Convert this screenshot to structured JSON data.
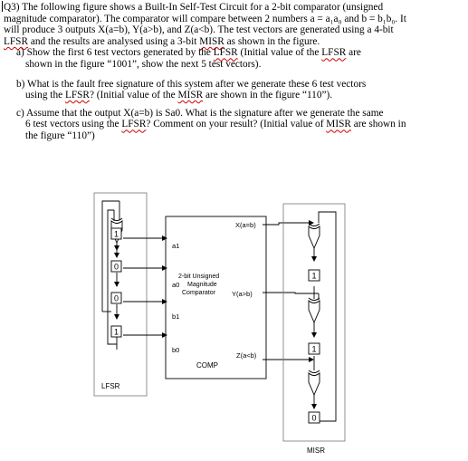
{
  "question": {
    "intro_1": "Q3) The following figure shows a Built-In Self-Test Circuit for a 2-bit comparator (unsigned",
    "intro_2": "magnitude comparator). The comparator will compare between 2 numbers a = a₁a₀ and b = b₁b₀. It",
    "intro_3": "will produce 3 outputs X(a=b), Y(a>b), and Z(a<b). The test vectors are generated using a 4-bit",
    "intro_4a": "LFSR",
    "intro_4b": " and the results are analysed using a 3-bit ",
    "intro_4c": "MISR",
    "intro_4d": " as shown in the figure.",
    "a_1a": "a) Show the first 6 test vectors generated by the ",
    "a_1b": "LFSR",
    "a_1c": " (Initial value of the ",
    "a_1d": "LFSR",
    "a_1e": " are",
    "a_2": "shown in the figure “1001”, show the next 5 test vectors).",
    "b_1": "b) What is the fault free signature of this system after we generate these 6 test vectors",
    "b_2a": "using the ",
    "b_2b": "LFSR",
    "b_2c": "? (Initial value of the ",
    "b_2d": "MISR",
    "b_2e": " are shown in the figure “110”).",
    "c_1": "c) Assume that the output X(a=b) is Sa0. What is the signature after we generate the same",
    "c_2a": "6 test vectors using the ",
    "c_2b": "LFSR",
    "c_2c": "? Comment on your result? (Initial value of ",
    "c_2d": "MISR",
    "c_2e": " are shown in",
    "c_3": "the figure “110”)"
  },
  "figure": {
    "lfsr_label": "LFSR",
    "misr_label": "MISR",
    "comp_label": "COMP",
    "comp_title_1": "2-bit Unsigned",
    "comp_title_2": "Magnitude",
    "comp_title_3": "Comparator",
    "input_a1": "a1",
    "input_a0": "a0",
    "input_b1": "b1",
    "input_b0": "b0",
    "output_x": "X(a=b)",
    "output_y": "Y(a>b)",
    "output_z": "Z(a<b)",
    "lfsr_bits": [
      "1",
      "0",
      "0",
      "1"
    ],
    "misr_bits": [
      "1",
      "1",
      "0"
    ]
  }
}
